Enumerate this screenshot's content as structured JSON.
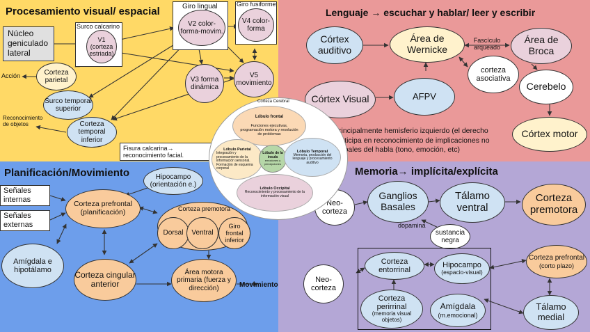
{
  "colors": {
    "visual_bg": "#ffd966",
    "language_bg": "#ea9999",
    "motor_bg": "#6d9eeb",
    "memory_bg": "#b4a7d6"
  },
  "visual": {
    "title": "Procesamiento visual/ espacial",
    "lgn": "Núcleo geniculado lateral",
    "surco_calcarino": "Surco calcarino",
    "v1": "V1 (corteza estriada)",
    "giro_lingual": "Giro lingual",
    "v2": "V2 color-forma-movim.",
    "giro_fusiforme": "Giro fusiforme",
    "v4": "V4 color-forma",
    "v3": "V3 forma dinámica",
    "v5": "V5 movimiento",
    "accion": "Acción",
    "corteza_parietal": "Corteza parietal",
    "sts": "Surco temporal superior",
    "reconocimiento": "Reconocimiento de objetos",
    "corteza_temporal": "Corteza temporal inferior",
    "fisura": "Fisura calcarina→ reconocimiento facial."
  },
  "language": {
    "title": "Lenguaje → escuchar y hablar/ leer y escribir",
    "cortex_auditivo": "Córtex auditivo",
    "wernicke": "Área de Wernicke",
    "fasciculo": "Fascículo arqueado",
    "broca": "Área de Broca",
    "asociativa": "corteza asociativa",
    "cortex_visual": "Córtex Visual",
    "afpv": "AFPV",
    "cerebelo": "Cerebelo",
    "cortex_motor": "Córtex motor",
    "note": "Principalmente hemisferio izquierdo (el derecho participa en reconocimiento de implicaciones no verbales del habla (tono, emoción, etc)"
  },
  "brain": {
    "title": "Corteza Cerebral",
    "frontal_title": "Lóbulo frontal",
    "frontal_text": "Funciones ejecutivas, programación motora y resolución de problemas",
    "parietal_title": "Lóbulo Parietal",
    "parietal_text": "Integración y procesamiento de la información sensorial. Formación de esquema corporal",
    "insula_title": "Lóbulo de la ínsula",
    "insula_text": "emociones y percepciones",
    "temporal_title": "Lóbulo Temporal",
    "temporal_text": "Memoria, producción del lenguaje y procesamiento auditivo",
    "occipital_title": "Lóbulo Occipital",
    "occipital_text": "Reconocimiento y procesamiento de la información visual"
  },
  "motor": {
    "title": "Planificación/Movimiento",
    "hipocampo": "Hipocampo (orientación e.)",
    "senales_internas": "Señales internas",
    "senales_externas": "Señales externas",
    "prefrontal": "Corteza prefrontal (planificación)",
    "premotora": "Corteza premotora",
    "dorsal": "Dorsal",
    "ventral": "Ventral",
    "giro_frontal": "Giro frontal inferior",
    "amigdala": "Amígdala e hipotálamo",
    "cingular": "Corteza cingular anterior",
    "motora_primaria": "Área motora primaria (fuerza y dirección)",
    "movimiento": "Movimiento"
  },
  "memory": {
    "title": "Memoria→ implícita/explícita",
    "neocorteza1": "Neo-corteza",
    "ganglios": "Ganglios Basales",
    "dopamina": "dopamina",
    "talamo_ventral": "Tálamo ventral",
    "corteza_premotora": "Corteza premotora",
    "sustancia": "sustancia negra",
    "neocorteza2": "Neo-corteza",
    "entorrinal": "Corteza entorrinal",
    "hipocampo": "Hipocampo",
    "hipocampo_sub": "(espacio-visual)",
    "perirrinal": "Corteza perirrinal",
    "perirrinal_sub": "(memoria visual objetos)",
    "amigdala": "Amígdala",
    "amigdala_sub": "(m.emocional)",
    "prefrontal": "Corteza prefrontal",
    "prefrontal_sub": "(corto plazo)",
    "talamo_medial": "Tálamo medial"
  }
}
